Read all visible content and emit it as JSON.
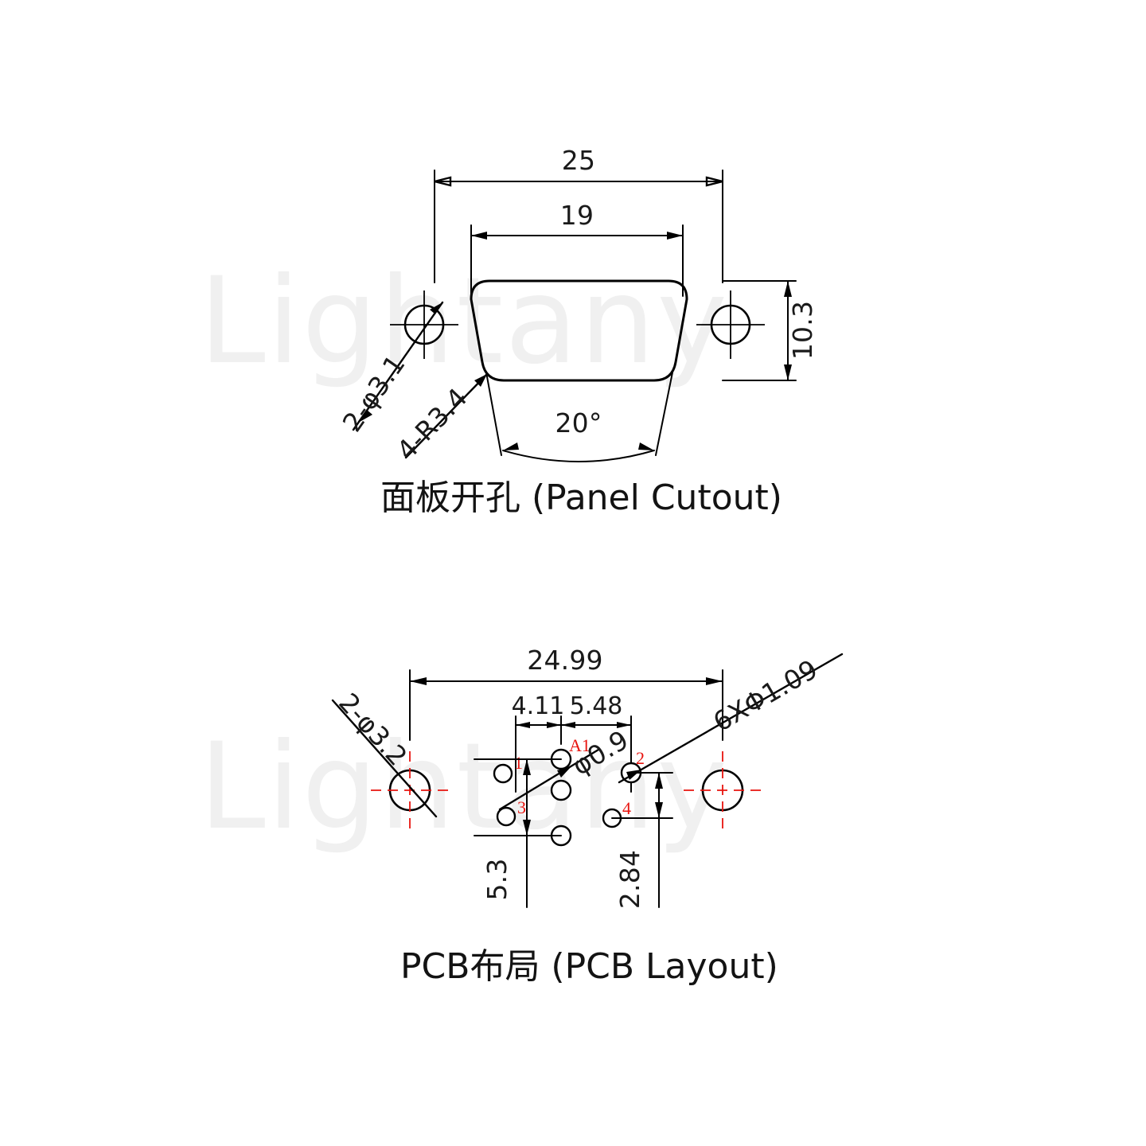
{
  "document": {
    "type": "engineering-drawing",
    "watermark": "Lightany",
    "background_color": "#ffffff",
    "line_color": "#000000",
    "centerline_color": "#e8140f"
  },
  "panel_cutout": {
    "caption": "面板开孔 (Panel Cutout)",
    "dimensions": {
      "overall_width": "25",
      "cutout_top_width": "19",
      "height": "10.3",
      "angle": "20°",
      "mounting_holes": "2-φ3.1",
      "corner_radius": "4-R3.4"
    }
  },
  "pcb_layout": {
    "caption": "PCB布局 (PCB Layout)",
    "dimensions": {
      "overall_width": "24.99",
      "dim_left": "4.11",
      "dim_right": "5.48",
      "vertical_left": "5.3",
      "vertical_right": "2.84",
      "mounting_holes": "2-φ3.2",
      "signal_holes": "6XΦ1.09",
      "power_hole": "φ0.9"
    },
    "pin_labels": {
      "p1": "1",
      "p2": "2",
      "p3": "3",
      "p4": "4",
      "pa1": "A1"
    }
  }
}
